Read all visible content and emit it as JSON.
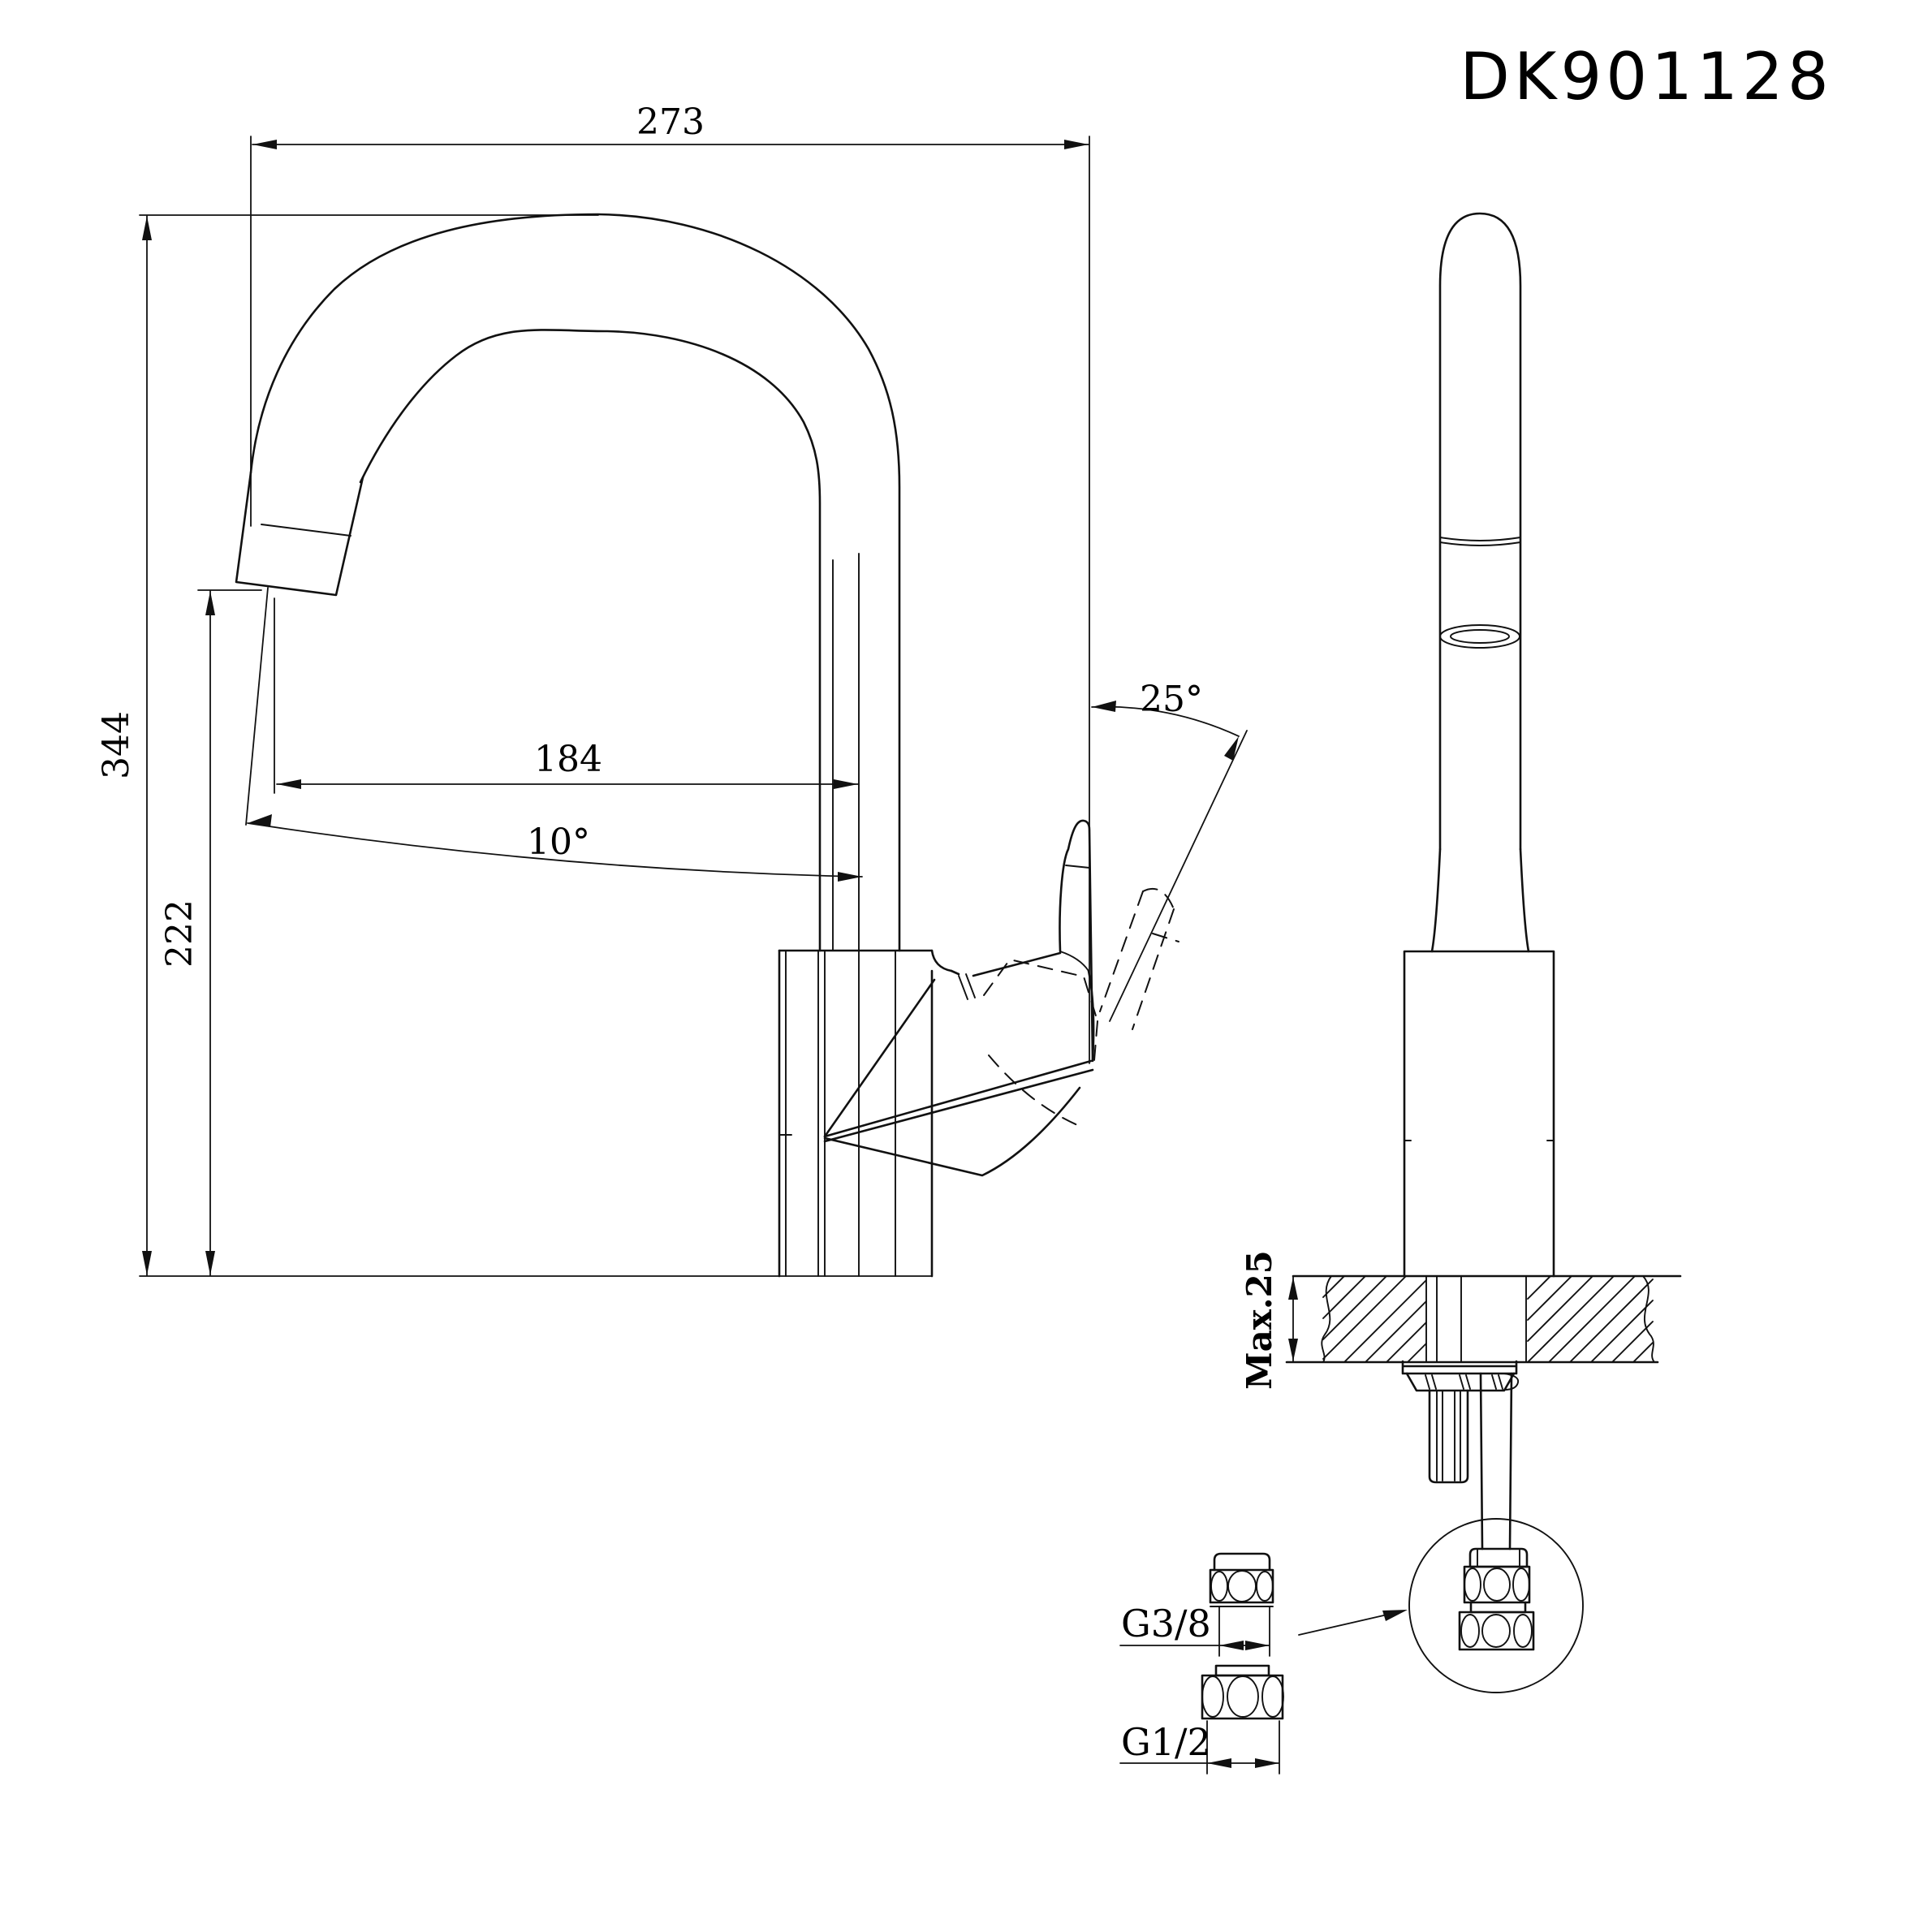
{
  "title": "DK901128",
  "side_view": {
    "dim_width": "273",
    "dim_total_height": "344",
    "dim_spout_height": "222",
    "dim_reach": "184",
    "spout_angle": "10°",
    "handle_angle": "25°"
  },
  "front_view": {
    "counter_thickness": "Max.25",
    "thread_top": "G3/8",
    "thread_bottom": "G1/2"
  }
}
